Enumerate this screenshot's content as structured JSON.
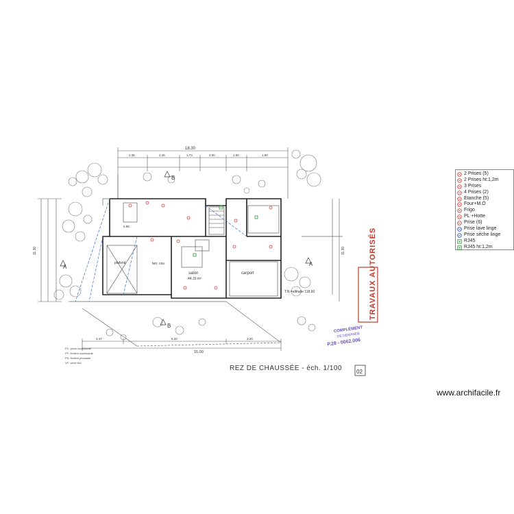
{
  "plan": {
    "title": "REZ DE CHAUSSÉE - éch. 1/100",
    "sheet_number": "02",
    "overall_width": "18.30",
    "bottom_width": "15.00",
    "left_height": "11.30",
    "right_height": "11.30",
    "top_dims": [
      "2.35",
      "2.45",
      "1.73",
      "3.00",
      "1.50",
      "1.90"
    ],
    "bottom_dims": [
      "3.47",
      "6.20",
      "3.20"
    ],
    "rooms": {
      "salon": "salon",
      "salon_area": "44.33 m²",
      "carport": "carport",
      "plafond": "plafond",
      "terrace": "terr. cou",
      "garage": "5.85"
    },
    "section_marks": [
      "A",
      "A",
      "B",
      "B"
    ],
    "altitude_note": "T.N.=altitude 118.90",
    "legend_notes": [
      "PC: porte coulissante",
      "PF: fenêtre coulissante",
      "PS: fenêtre pivotante",
      "VF: verre fixe"
    ],
    "stamp_main": "TRAVAUX AUTORISÉS",
    "stamp_secondary": [
      "COMPLÉMENT",
      "DE DEMANDE",
      "P.28 - 0062.006"
    ]
  },
  "legend": {
    "items": [
      {
        "label": "2 Prises (5)",
        "color": "#d63b3b",
        "icon": "double-socket-icon"
      },
      {
        "label": "2 Prises ht:1,2m",
        "color": "#d63b3b",
        "icon": "double-socket-icon"
      },
      {
        "label": "3 Prises",
        "color": "#d63b3b",
        "icon": "triple-socket-icon"
      },
      {
        "label": "4 Prises (2)",
        "color": "#d63b3b",
        "icon": "quad-socket-icon"
      },
      {
        "label": "Etanche (5)",
        "color": "#d63b3b",
        "icon": "waterproof-socket-icon"
      },
      {
        "label": "Four+M.O",
        "color": "#d63b3b",
        "icon": "oven-socket-icon"
      },
      {
        "label": "Frigo",
        "color": "#d63b3b",
        "icon": "fridge-socket-icon"
      },
      {
        "label": "PL +Hotte",
        "color": "#d63b3b",
        "icon": "hood-socket-icon"
      },
      {
        "label": "Prise (6)",
        "color": "#d63b3b",
        "icon": "single-socket-icon"
      },
      {
        "label": "Prise lave linge",
        "color": "#2a4fc9",
        "icon": "washer-socket-icon"
      },
      {
        "label": "Prise sèche linge",
        "color": "#2a4fc9",
        "icon": "dryer-socket-icon"
      },
      {
        "label": "RJ45",
        "color": "#2e9a3a",
        "icon": "rj45-icon"
      },
      {
        "label": "RJ45 ht:1,2m",
        "color": "#2e9a3a",
        "icon": "rj45-icon"
      }
    ]
  },
  "credit": "www.archifacile.fr"
}
